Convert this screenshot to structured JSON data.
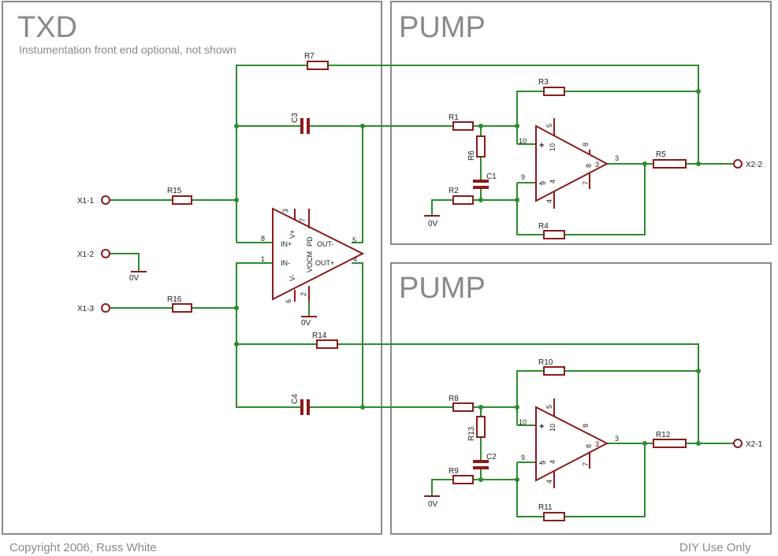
{
  "sections": {
    "txd_title": "TXD",
    "txd_note": "Instumentation front end optional, not shown",
    "pump1_title": "PUMP",
    "pump2_title": "PUMP"
  },
  "connectors": {
    "x1_1": "X1-1",
    "x1_2": "X1-2",
    "x1_3": "X1-3",
    "x2_2": "X2-2",
    "x2_1": "X2-1"
  },
  "resistors": {
    "r1": "R1",
    "r2": "R2",
    "r3": "R3",
    "r4": "R4",
    "r5": "R5",
    "r6": "R6",
    "r7": "R7",
    "r8": "R8",
    "r9": "R9",
    "r10": "R10",
    "r11": "R11",
    "r12": "R12",
    "r13": "R13",
    "r14": "R14",
    "r15": "R15",
    "r16": "R16"
  },
  "capacitors": {
    "c1": "C1",
    "c2": "C2",
    "c3": "C3",
    "c4": "C4"
  },
  "grounds": {
    "g_x12": "0V",
    "g_txd": "0V",
    "g_pump1": "0V",
    "g_pump2": "0V"
  },
  "txd_amp": {
    "in_plus": "IN+",
    "in_minus": "IN-",
    "out_minus": "OUT-",
    "out_plus": "OUT+",
    "vplus": "V+",
    "vminus": "V-",
    "vocm": "VOCM",
    "pd": "PD",
    "pin8": "8",
    "pin1": "1",
    "pin5": "5",
    "pin4": "4",
    "pin3": "3",
    "pin7": "7",
    "pin6": "6",
    "pin2": "2"
  },
  "pump_amp": {
    "pin10": "10",
    "pin9": "9",
    "pin3": "3",
    "pin8": "8",
    "pin7": "7",
    "pin4": "4",
    "pin5": "5",
    "inside_a": "10",
    "inside_b": "9",
    "inside_c": "4",
    "inside_d": "8",
    "inside_e": "3",
    "inside_f": "5",
    "inside_g": "8"
  },
  "footer": {
    "copyright": "Copyright 2006, Russ White",
    "usage": "DIY Use Only"
  }
}
